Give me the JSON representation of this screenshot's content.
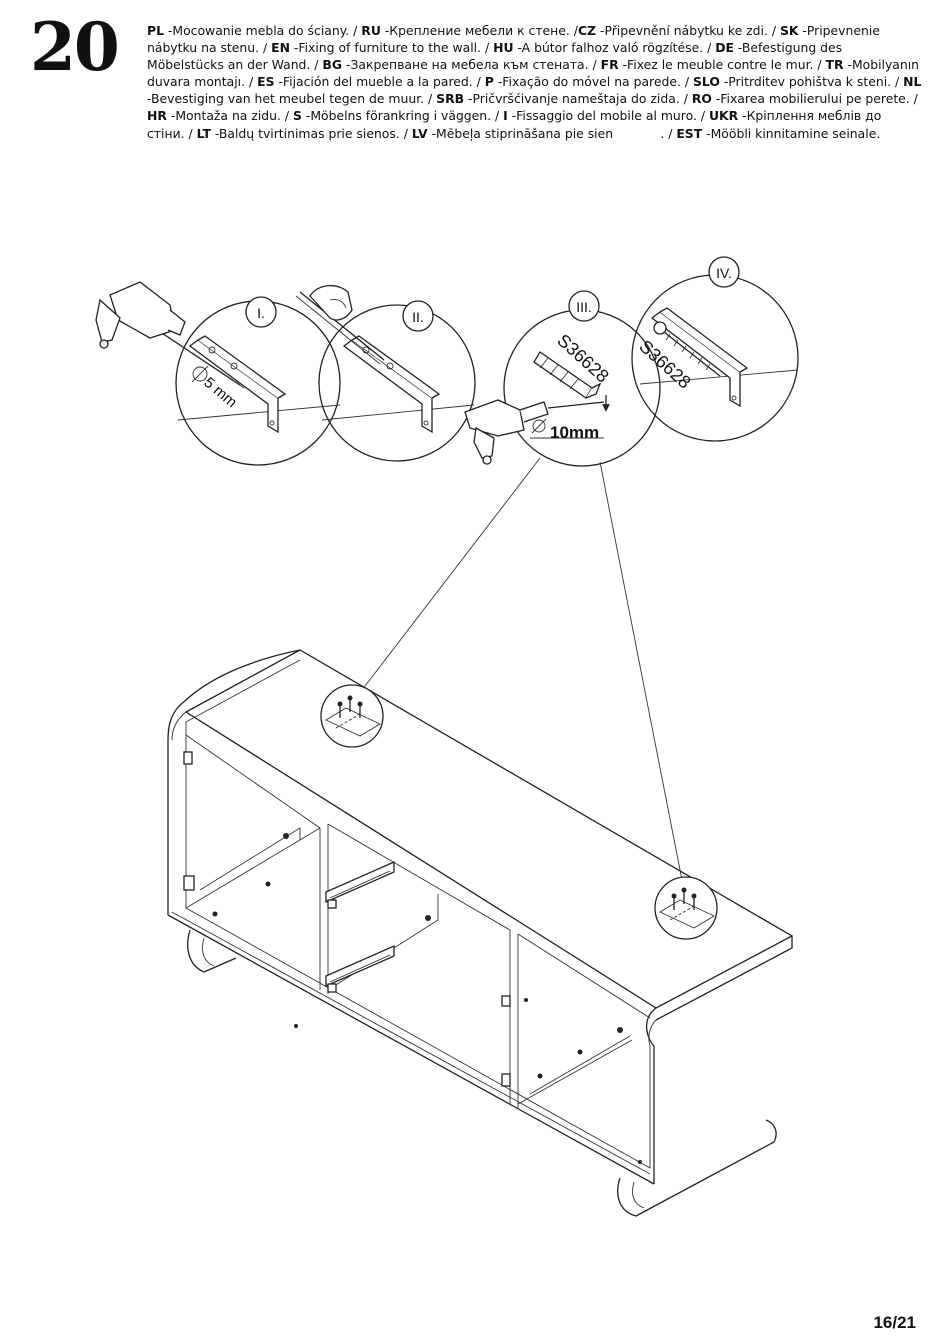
{
  "step": {
    "number": "20"
  },
  "instructions": [
    {
      "code": "PL",
      "text": " -Mocowanie mebla do ściany. / "
    },
    {
      "code": "RU",
      "text": " -Крепление мебели к стене. /"
    },
    {
      "code": "CZ",
      "text": " -Připevnění nábytku ke zdi. / "
    },
    {
      "code": "SK",
      "text": " -Pripevnenie nábytku na stenu. / "
    },
    {
      "code": "EN",
      "text": " -Fixing of furniture to the wall. / "
    },
    {
      "code": "HU",
      "text": " -A bútor falhoz való rögzítése. / "
    },
    {
      "code": "DE",
      "text": " -Befestigung des Möbelstücks an der Wand. / "
    },
    {
      "code": "BG",
      "text": " -Закрепване на мебела към стената. / "
    },
    {
      "code": "FR",
      "text": " -Fixez le meuble contre le mur. / "
    },
    {
      "code": "TR",
      "text": " -Mobilyanın duvara montajı. / "
    },
    {
      "code": "ES",
      "text": " -Fijación del mueble a la pared. / "
    },
    {
      "code": "P",
      "text": " -Fixação do móvel na parede. / "
    },
    {
      "code": "SLO",
      "text": " -Pritrditev pohištva k steni. / "
    },
    {
      "code": "NL",
      "text": " -Bevestiging van het meubel tegen de muur. / "
    },
    {
      "code": "SRB",
      "text": " -Pričvršćivanje nameštaja do zida. / "
    },
    {
      "code": "RO",
      "text": " -Fixarea mobilierului pe perete. / "
    },
    {
      "code": "HR",
      "text": " -Montaža na zidu. / "
    },
    {
      "code": "S",
      "text": " -Möbelns förankring i väggen. / "
    },
    {
      "code": "I",
      "text": " -Fissaggio del mobile al muro. / "
    },
    {
      "code": "UKR",
      "text": " -Кріплення меблів до стіни. / "
    },
    {
      "code": "LT",
      "text": " -Baldų tvirtinimas prie sienos. / "
    },
    {
      "code": "LV",
      "text": " -Mēbeļa stiprināšana pie sien            . / "
    },
    {
      "code": "EST",
      "text": " -Mööbli kinnitamine seinale."
    }
  ],
  "detail_steps": [
    {
      "label": "I.",
      "drill_diameter": "5 mm"
    },
    {
      "label": "II."
    },
    {
      "label": "III.",
      "part_code": "S36628",
      "drill_diameter": "10mm"
    },
    {
      "label": "IV.",
      "part_code": "S36628"
    }
  ],
  "page": {
    "number": "16/21"
  }
}
